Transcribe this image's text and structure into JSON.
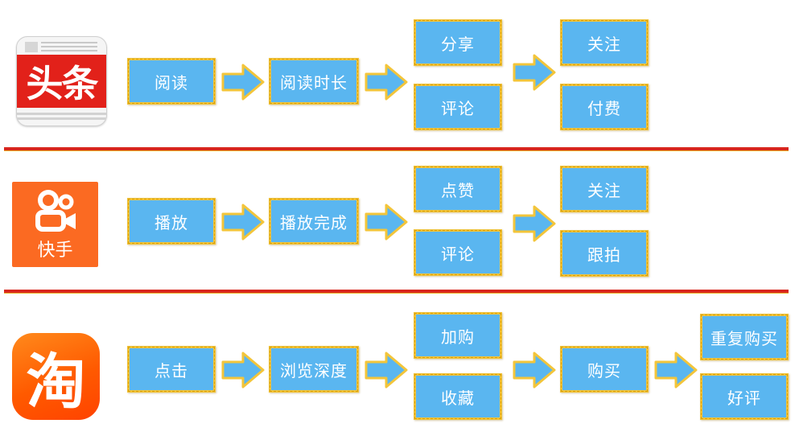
{
  "colors": {
    "box_fill": "#5ab6f0",
    "box_border": "#f3c53a",
    "divider": "#d8261d",
    "toutiao_red": "#e2211a",
    "kuaishou_orange": "#fb6a22",
    "taobao_orange": "#ff5a00"
  },
  "icons": {
    "connector": "arrow-right-icon"
  },
  "toutiao": {
    "logo": {
      "icon": "toutiao-logo",
      "text": "头条"
    },
    "step1": "阅读",
    "step2": "阅读时长",
    "step3": [
      "分享",
      "评论"
    ],
    "step4": [
      "关注",
      "付费"
    ]
  },
  "kuaishou": {
    "logo": {
      "icon": "kuaishou-logo",
      "text": "快手"
    },
    "step1": "播放",
    "step2": "播放完成",
    "step3": [
      "点赞",
      "评论"
    ],
    "step4": [
      "关注",
      "跟拍"
    ]
  },
  "taobao": {
    "logo": {
      "icon": "taobao-logo",
      "text": "淘"
    },
    "step1": "点击",
    "step2": "浏览深度",
    "step3": [
      "加购",
      "收藏"
    ],
    "step4": "购买",
    "step5": [
      "重复购买",
      "好评"
    ]
  }
}
